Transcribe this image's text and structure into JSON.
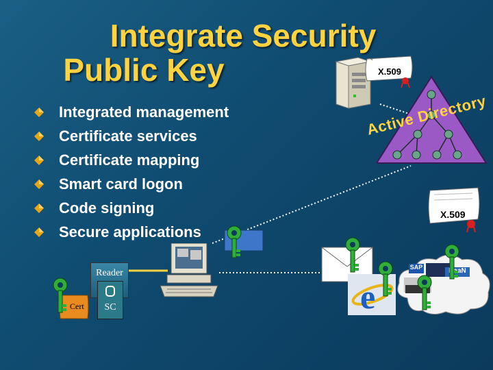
{
  "title": {
    "line1": "Integrate Security",
    "line2": "Public Key"
  },
  "bullets": [
    "Integrated management",
    "Certificate services",
    "Certificate mapping",
    "Smart card logon",
    "Code signing",
    "Secure applications"
  ],
  "labels": {
    "x509_top": "X.509",
    "x509_right": "X.509",
    "active_directory": "Active Directory",
    "reader": "Reader",
    "cert": "Cert",
    "smart_card": "SC",
    "sap": "SAP",
    "baan": "BaaN"
  },
  "colors": {
    "title": "#ffd23f",
    "bullet_icon": "#e6a417",
    "directory_triangle": "#9b59c6",
    "background": "#14567c"
  },
  "icons": [
    "server-icon",
    "certificate-scroll-icon",
    "key-icon",
    "computer-icon",
    "envelope-icon",
    "ie-logo-icon",
    "cloud-icon",
    "directory-triangle"
  ]
}
